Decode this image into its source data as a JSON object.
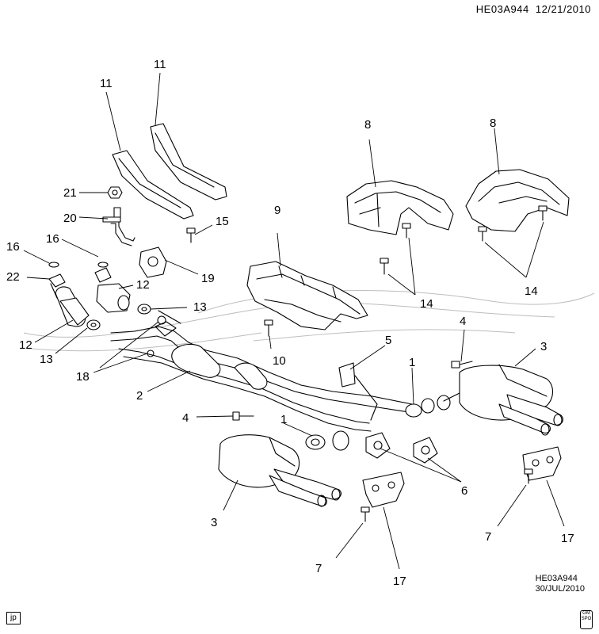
{
  "header": {
    "diagram_id": "HE03A944",
    "date": "12/21/2010"
  },
  "footer": {
    "ref_id": "HE03A944",
    "ref_date": "30/JUL/2010",
    "tag": "jp",
    "spo_label": "GM SPO"
  },
  "callouts": [
    "1",
    "1",
    "2",
    "3",
    "3",
    "4",
    "4",
    "5",
    "6",
    "7",
    "7",
    "8",
    "8",
    "9",
    "10",
    "11",
    "11",
    "12",
    "12",
    "13",
    "13",
    "14",
    "14",
    "15",
    "16",
    "16",
    "17",
    "17",
    "18",
    "19",
    "20",
    "21",
    "22"
  ]
}
